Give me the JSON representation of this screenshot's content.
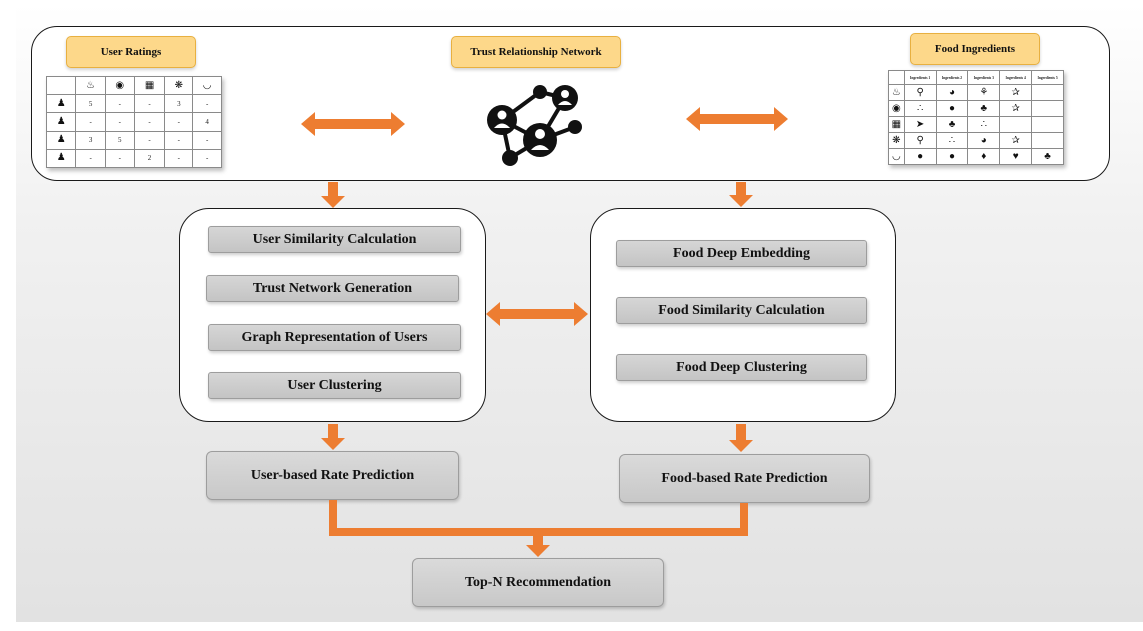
{
  "tags": {
    "user_ratings": "User Ratings",
    "trust_network": "Trust Relationship Network",
    "food_ingredients": "Food Ingredients"
  },
  "ratings_table": {
    "header_icons": [
      "dish-icon",
      "plate-icon",
      "menu-icon",
      "pizza-icon",
      "bowl-icon"
    ],
    "rows": [
      [
        "5",
        "-",
        "-",
        "3",
        "-"
      ],
      [
        "-",
        "-",
        "-",
        "-",
        "4"
      ],
      [
        "3",
        "5",
        "-",
        "-",
        "-"
      ],
      [
        "-",
        "-",
        "2",
        "-",
        "-"
      ]
    ]
  },
  "ingredients_table": {
    "headers": [
      "Ingredients 1",
      "Ingredients 2",
      "Ingredients 3",
      "Ingredients 4",
      "Ingredients 5"
    ],
    "row_icons": [
      "dish-icon",
      "plate-icon",
      "menu-icon",
      "pizza-icon",
      "bowl-icon"
    ]
  },
  "user_steps": [
    "User Similarity Calculation",
    "Trust Network Generation",
    "Graph Representation of Users",
    "User Clustering"
  ],
  "food_steps": [
    "Food Deep Embedding",
    "Food Similarity Calculation",
    "Food Deep Clustering"
  ],
  "outputs": {
    "user_prediction": "User-based Rate Prediction",
    "food_prediction": "Food-based Rate Prediction",
    "final": "Top-N Recommendation"
  },
  "colors": {
    "arrow": "#ed7d31",
    "tag_fill": "#fdd88a",
    "step_fill": "#c8c8c8"
  }
}
